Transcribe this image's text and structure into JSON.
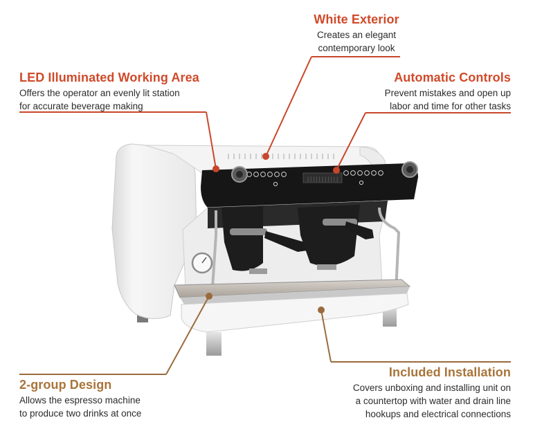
{
  "colors": {
    "heading_red": "#d04a2a",
    "heading_brown": "#a8743a",
    "leader_red": "#c9462a",
    "leader_brown": "#9a6b3b",
    "machine_white": "#f1f1f1",
    "machine_black": "#141414",
    "steel": "#b9b9b9"
  },
  "image": {
    "subject": "espresso-machine",
    "display_segments": "|||||||||||"
  },
  "callouts": {
    "white_exterior": {
      "title": "White Exterior",
      "line1": "Creates an elegant",
      "line2": "contemporary look"
    },
    "led": {
      "title": "LED Illuminated Working Area",
      "line1": "Offers the operator an evenly lit station",
      "line2": "for accurate beverage making"
    },
    "automatic": {
      "title": "Automatic Controls",
      "line1": "Prevent mistakes and open up",
      "line2": "labor and time for other tasks"
    },
    "two_group": {
      "title": "2-group Design",
      "line1": "Allows the espresso machine",
      "line2": "to produce two drinks at once"
    },
    "installation": {
      "title": "Included Installation",
      "line1": "Covers unboxing and installing unit on",
      "line2": "a countertop with water and drain line",
      "line3": "hookups and electrical connections"
    }
  }
}
